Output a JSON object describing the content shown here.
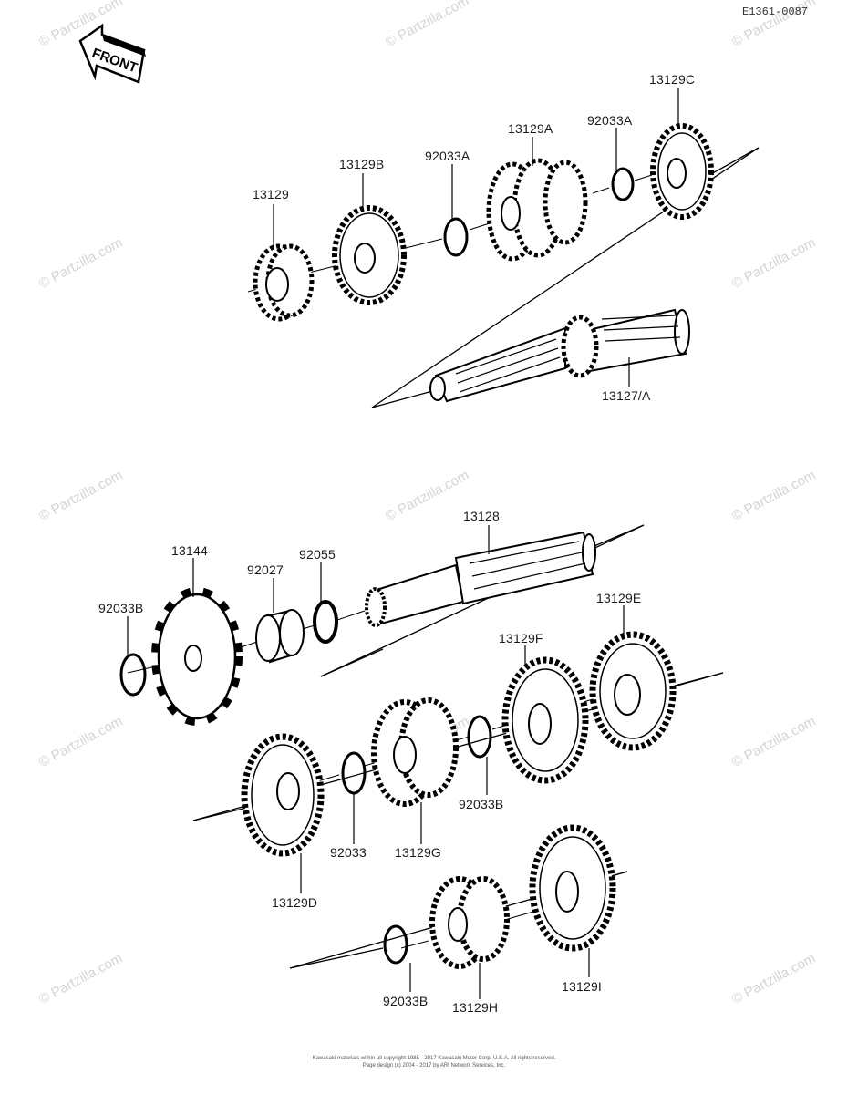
{
  "diagram_code": "E1361-0087",
  "front_label": "FRONT",
  "watermark": "© Partzilla.com",
  "footer": {
    "line1": "Kawasaki materials within all copyright 1985 - 2017 Kawasaki Motor Corp. U.S.A. All rights reserved.",
    "line2": "Page design (c) 2004 - 2017 by ARI Network Services, Inc."
  },
  "parts": {
    "p13129": "13129",
    "p13129B": "13129B",
    "p92033A_1": "92033A",
    "p13129A": "13129A",
    "p92033A_2": "92033A",
    "p13129C": "13129C",
    "p13127A": "13127/A",
    "p13128": "13128",
    "p13144": "13144",
    "p92027": "92027",
    "p92055": "92055",
    "p92033B_1": "92033B",
    "p13129E": "13129E",
    "p13129F": "13129F",
    "p92033B_2": "92033B",
    "p92033": "92033",
    "p13129G": "13129G",
    "p13129D": "13129D",
    "p92033B_3": "92033B",
    "p13129H": "13129H",
    "p13129I": "13129I"
  }
}
